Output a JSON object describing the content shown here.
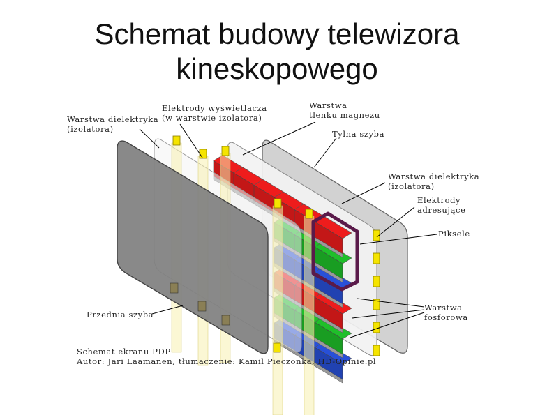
{
  "title": {
    "line1": "Schemat budowy telewizora",
    "line2": "kineskopowego"
  },
  "labels": {
    "dielectric_left_1": "Warstwa dielektryka",
    "dielectric_left_2": "(izolatora)",
    "electrodes_display_1": "Elektrody wyświetlacza",
    "electrodes_display_2": "(w warstwie izolatora)",
    "magnesium_1": "Warstwa",
    "magnesium_2": "tlenku magnezu",
    "rear_glass": "Tylna szyba",
    "dielectric_right_1": "Warstwa dielektryka",
    "dielectric_right_2": "(izolatora)",
    "address_1": "Elektrody",
    "address_2": "adresujące",
    "pixels": "Piksele",
    "phosphor_1": "Warstwa",
    "phosphor_2": "fosforowa",
    "front_glass": "Przednia szyba"
  },
  "caption": {
    "line1": "Schemat ekranu PDP",
    "line2": "Autor: Jari Laamanen, tłumaczenie: Kamil Pieczonka, HD-Opinie.pl"
  },
  "colors": {
    "red": "#ee1c1c",
    "green": "#1fbf2a",
    "blue": "#2850d8",
    "pixel_outline": "#5a1a4a",
    "electrode_yellow": "#f5e400",
    "front_glass": "#7d7d7d",
    "rear_glass": "#cfcfcf"
  }
}
